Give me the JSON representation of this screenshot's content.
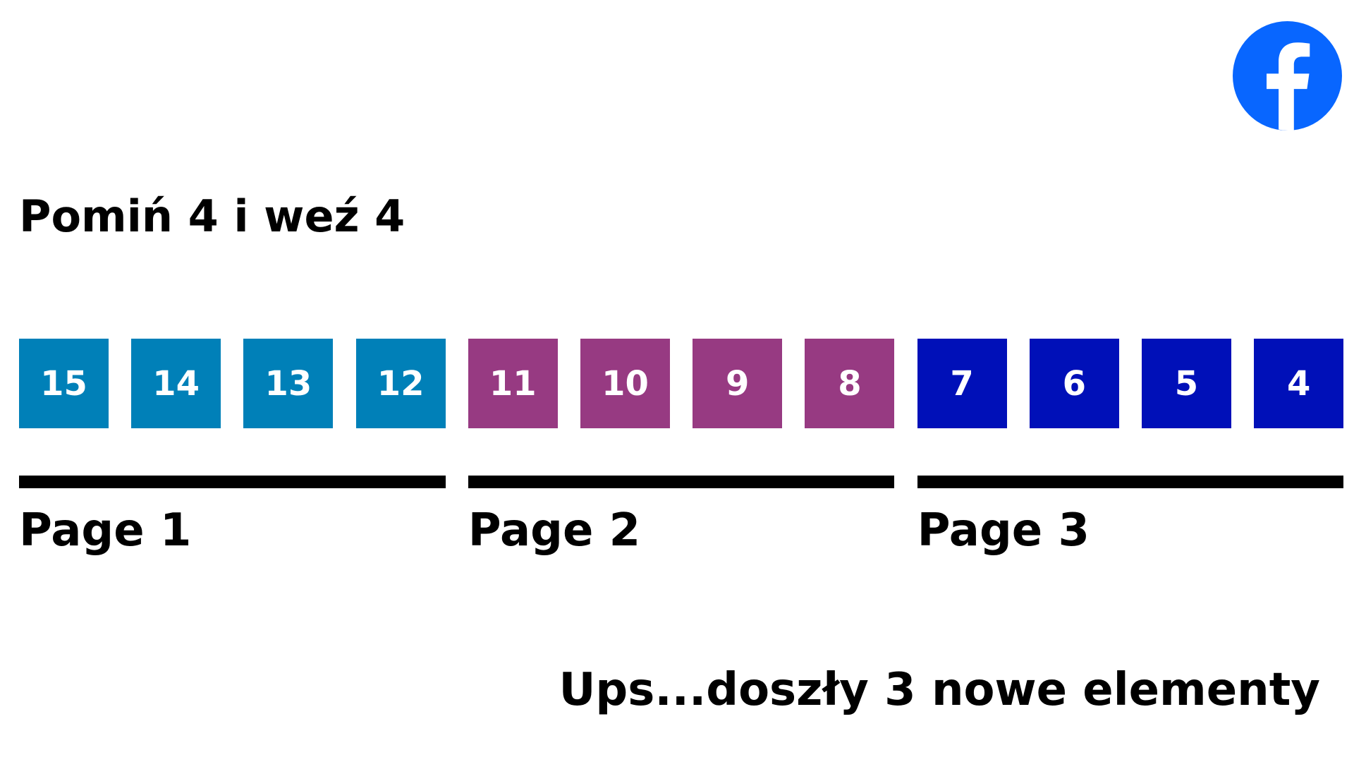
{
  "title": "Pomiń 4 i weź 4",
  "logo": {
    "icon": "facebook-icon",
    "color": "#0866FF"
  },
  "items": [
    {
      "label": "15",
      "page": 1
    },
    {
      "label": "14",
      "page": 1
    },
    {
      "label": "13",
      "page": 1
    },
    {
      "label": "12",
      "page": 1
    },
    {
      "label": "11",
      "page": 2
    },
    {
      "label": "10",
      "page": 2
    },
    {
      "label": "9",
      "page": 2
    },
    {
      "label": "8",
      "page": 2
    },
    {
      "label": "7",
      "page": 3
    },
    {
      "label": "6",
      "page": 3
    },
    {
      "label": "5",
      "page": 3
    },
    {
      "label": "4",
      "page": 3
    }
  ],
  "pages": [
    {
      "label": "Page 1",
      "color": "#0080B8"
    },
    {
      "label": "Page 2",
      "color": "#973A82"
    },
    {
      "label": "Page 3",
      "color": "#0010B8"
    }
  ],
  "note": "Ups...doszły 3 nowe elementy"
}
